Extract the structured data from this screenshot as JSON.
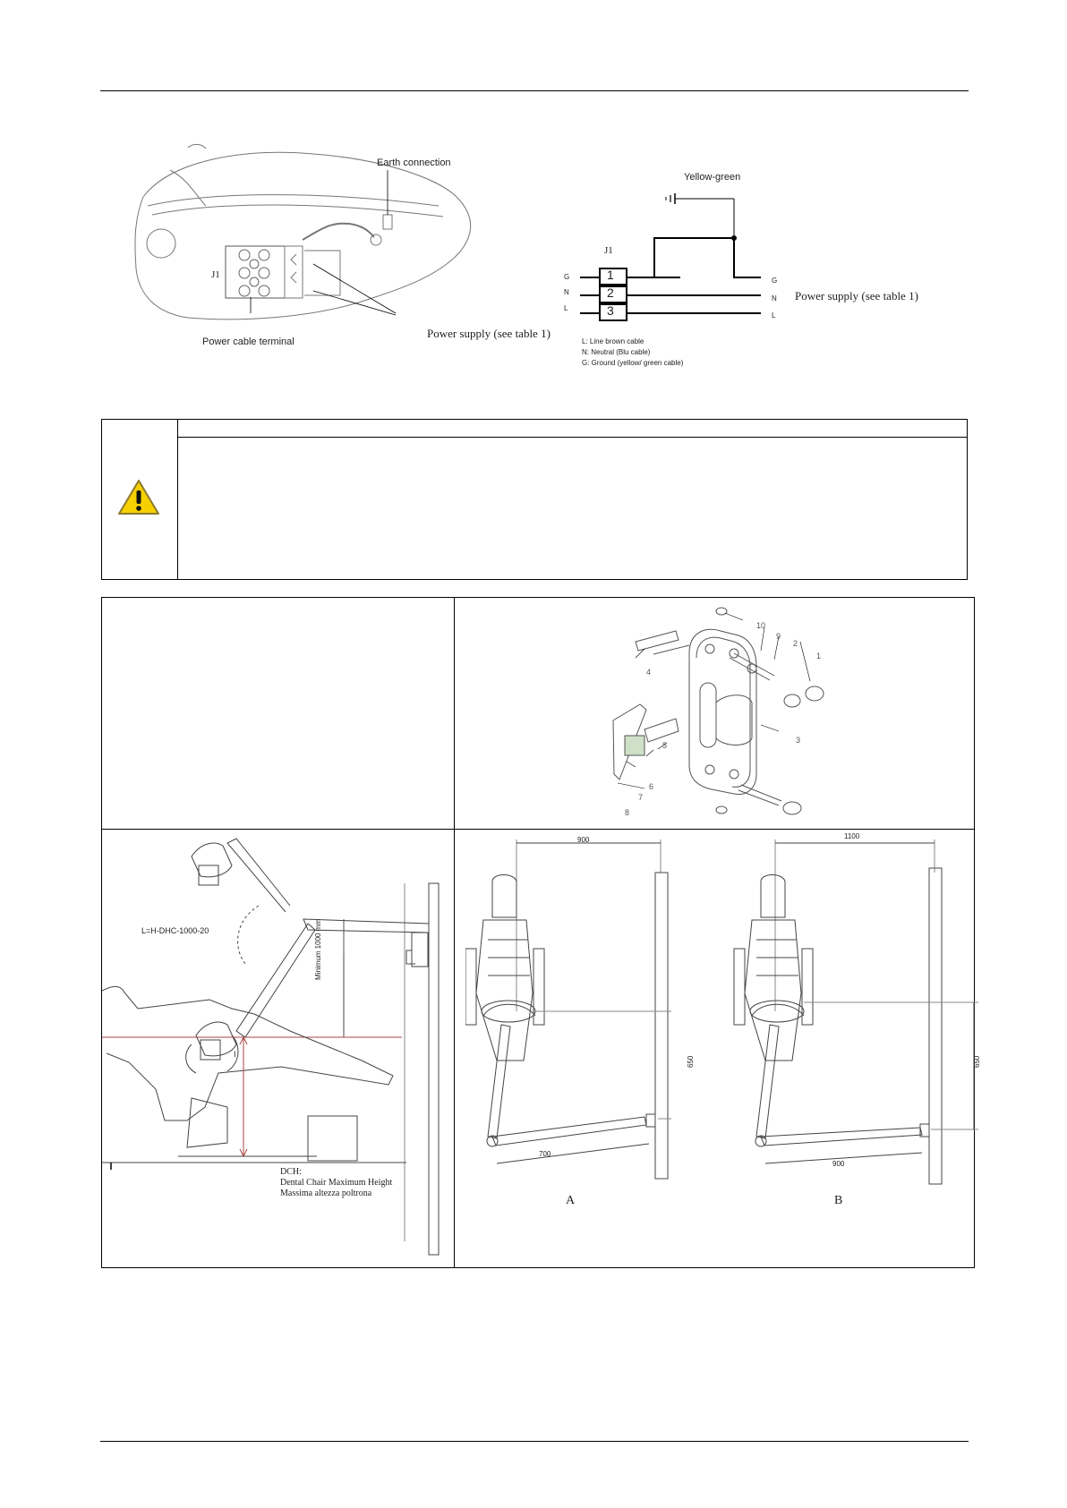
{
  "wiring_left": {
    "earth_connection": "Earth connection",
    "j1": "J1",
    "power_cable_terminal": "Power cable terminal",
    "power_supply": "Power supply (see table 1)"
  },
  "wiring_right": {
    "yellow_green": "Yellow-green",
    "j1": "J1",
    "terminals": [
      "1",
      "2",
      "3"
    ],
    "left_labels": [
      "G",
      "N",
      "L"
    ],
    "right_labels": [
      "G",
      "N",
      "L"
    ],
    "power_supply": "Power supply (see table 1)",
    "legend": [
      "L: Line brown cable",
      "N: Neutral (Blu cable)",
      "G: Ground (yellow/ green cable)"
    ]
  },
  "exploded_view": {
    "callouts": [
      "10",
      "9",
      "2",
      "1",
      "4",
      "3",
      "5",
      "6",
      "7",
      "8"
    ]
  },
  "arm_drawing": {
    "model": "L=H-DHC-1000-20",
    "minimum": "Minimum 1000 mm",
    "dch": "DCH:",
    "dch_en": "Dental Chair Maximum Height",
    "dch_it": "Massima altezza poltrona",
    "mark_i": "I"
  },
  "layout_a": {
    "top": "900",
    "side": "650",
    "bottom": "700",
    "caption": "A"
  },
  "layout_b": {
    "top": "1100",
    "side": "650",
    "bottom": "900",
    "caption": "B"
  }
}
